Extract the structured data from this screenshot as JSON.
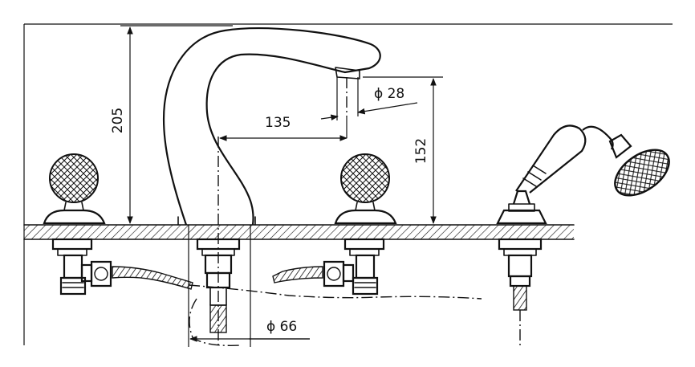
{
  "dimensions": {
    "spout_height": "205",
    "spout_reach": "135",
    "outlet_diameter": "ϕ 28",
    "outlet_height": "152",
    "base_diameter": "ϕ 66"
  },
  "colors": {
    "ink": "#111111",
    "background": "#ffffff"
  }
}
